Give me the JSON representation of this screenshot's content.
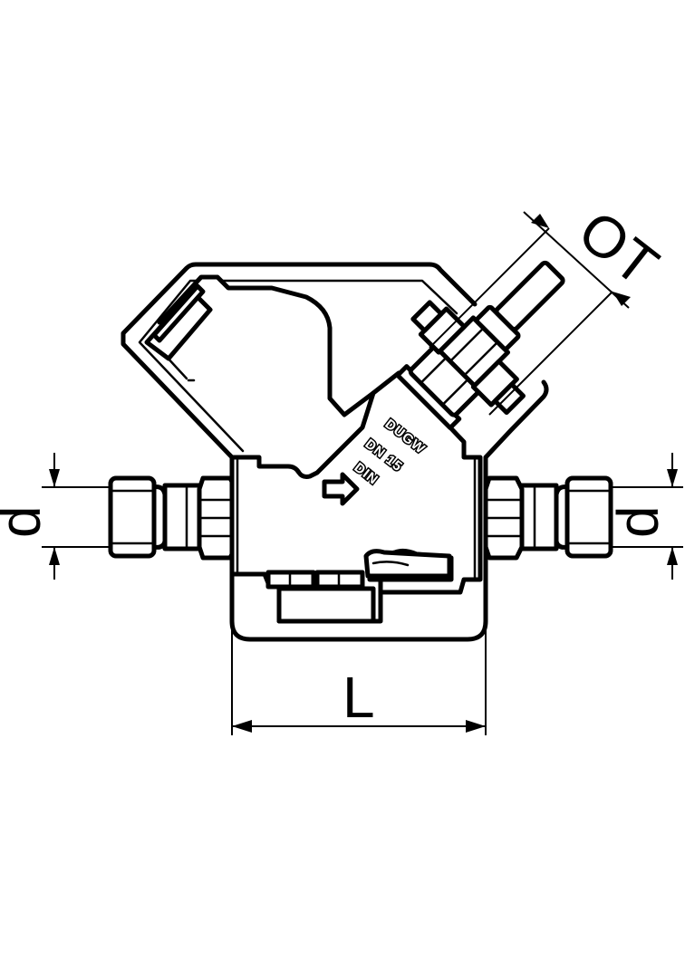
{
  "dimensions": {
    "pipe_diameter_left": "d",
    "pipe_diameter_right": "d",
    "length": "L",
    "actuator_width": "OT"
  },
  "body_markings": [
    "DUGW",
    "DN 15",
    "DIN"
  ],
  "colors": {
    "line": "#000000",
    "background": "#ffffff"
  },
  "icons": {
    "flow_direction": "flow-arrow-icon"
  }
}
